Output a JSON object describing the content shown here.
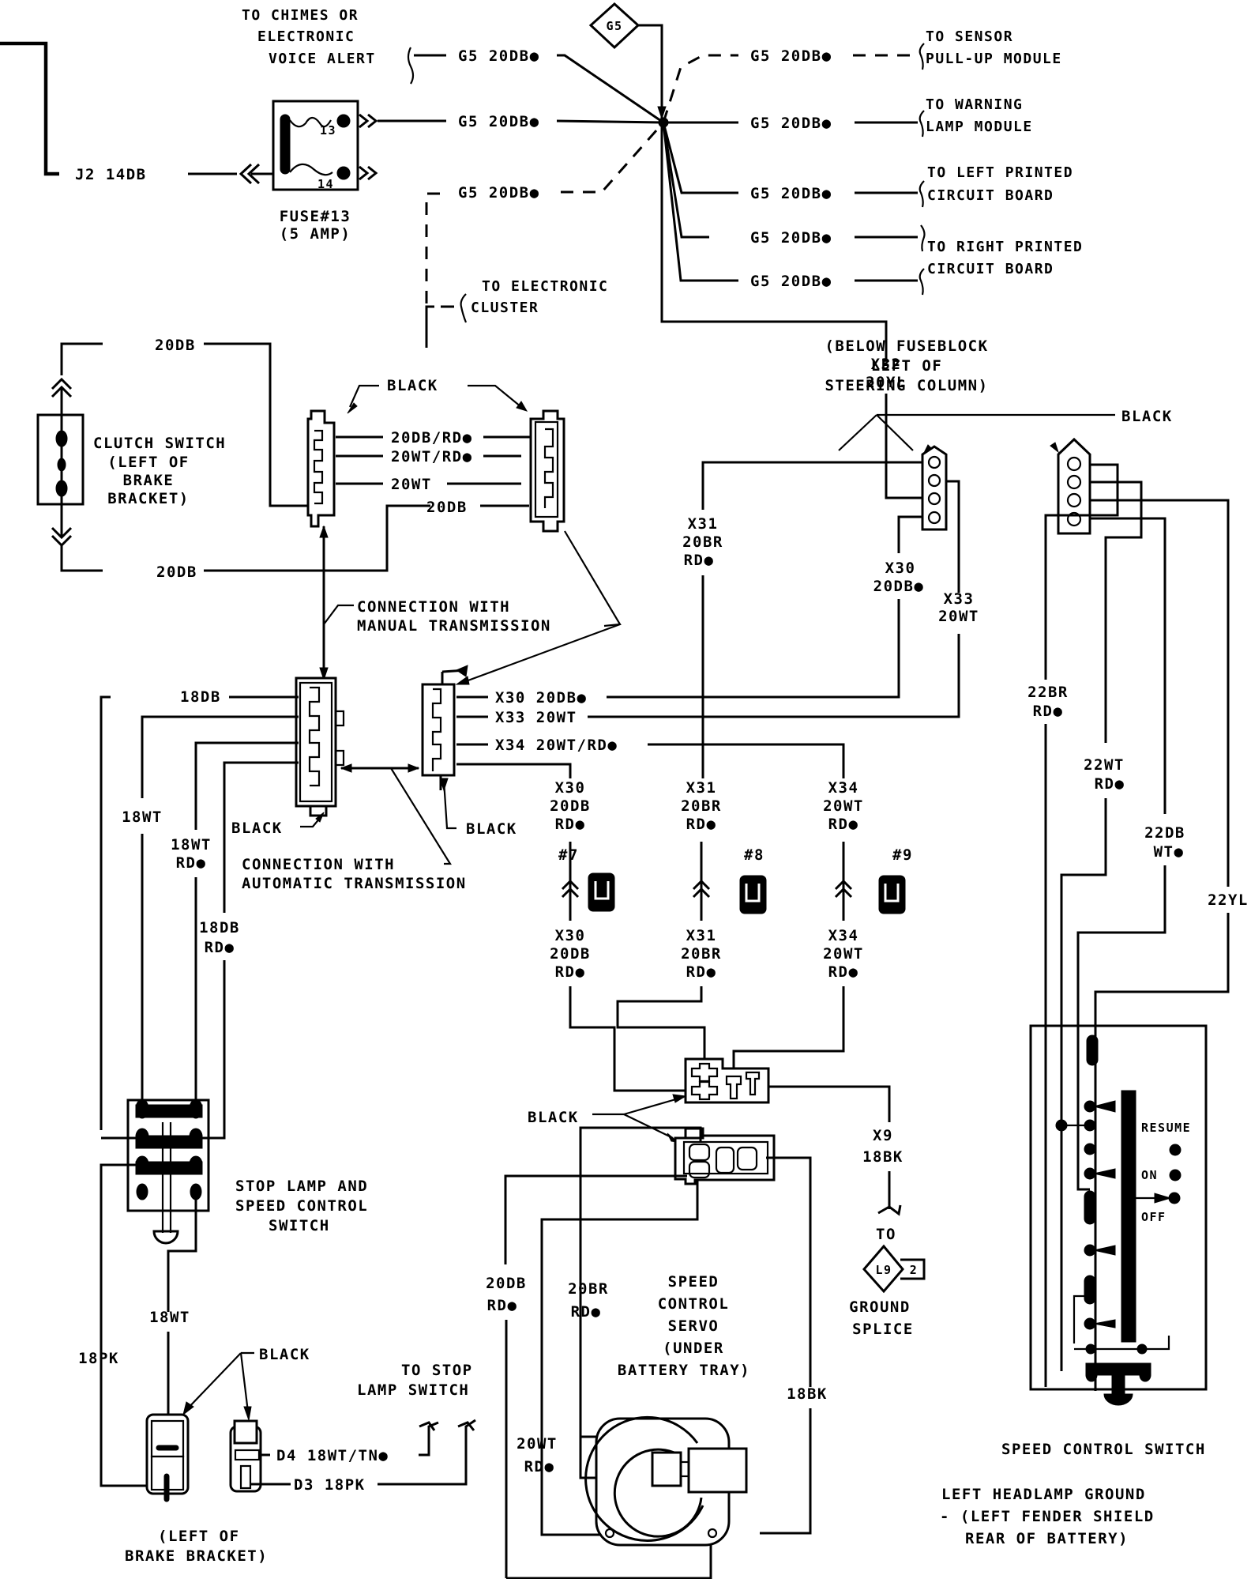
{
  "diagram": {
    "title": "Speed Control Wiring Schematic",
    "colors": {
      "ink": "#000000",
      "paper": "#ffffff"
    },
    "splice": {
      "id": "G5"
    },
    "top_left": {
      "feed_wire": "J2 14DB",
      "fuse_label": "FUSE#13",
      "fuse_rating": "(5 AMP)",
      "fuse_terminal_top": "13",
      "fuse_terminal_bottom": "14"
    },
    "g5_branches": [
      {
        "wire": "G5 20DB●",
        "dest": [
          "TO CHIMES OR",
          "ELECTRONIC",
          "VOICE ALERT"
        ],
        "style": "solid"
      },
      {
        "wire": "G5 20DB●",
        "dest": [],
        "style": "solid"
      },
      {
        "wire": "G5 20DB●",
        "dest": [
          "TO ELECTRONIC",
          "CLUSTER"
        ],
        "style": "dashed"
      },
      {
        "wire": "G5 20DB●",
        "dest": [
          "TO SENSOR",
          "PULL-UP MODULE"
        ],
        "style": "dashed"
      },
      {
        "wire": "G5 20DB●",
        "dest": [
          "TO WARNING",
          "LAMP MODULE"
        ],
        "style": "solid"
      },
      {
        "wire": "G5 20DB●",
        "dest": [
          "TO LEFT PRINTED",
          "CIRCUIT BOARD"
        ],
        "style": "solid"
      },
      {
        "wire": "G5 20DB●",
        "dest": [
          "TO RIGHT PRINTED",
          "CIRCUIT BOARD"
        ],
        "style": "solid"
      },
      {
        "wire": "G5 20DB●",
        "dest": [],
        "style": "solid"
      }
    ],
    "clutch": {
      "label": [
        "CLUTCH SWITCH",
        "(LEFT OF",
        "BRAKE",
        "BRACKET)"
      ],
      "wire_top": "20DB",
      "wire_bottom": "20DB"
    },
    "manual_conn": {
      "black_label": "BLACK",
      "wires": [
        "20DB/RD●",
        "20WT/RD●",
        "20WT",
        "20DB"
      ],
      "caption": [
        "CONNECTION WITH",
        "MANUAL TRANSMISSION"
      ]
    },
    "auto_conn": {
      "left_wires": [
        "18DB",
        "18WT",
        "18WT",
        "RD●",
        "18DB",
        "RD●"
      ],
      "right_wires": [
        "X30 20DB●",
        "X33 20WT",
        "X34 20WT/RD●"
      ],
      "black_left": "BLACK",
      "black_right": "BLACK",
      "caption": [
        "CONNECTION WITH",
        "AUTOMATIC TRANSMISSION"
      ]
    },
    "steering_col": {
      "location": [
        "(BELOW FUSEBLOCK",
        "LEFT OF",
        "STEERING COLUMN)"
      ],
      "black_label": "BLACK",
      "x32": [
        "X32",
        "20YL"
      ],
      "x31": [
        "X31",
        "20BR",
        "RD●"
      ],
      "x30": [
        "X30",
        "20DB●"
      ],
      "x33": [
        "X33",
        "20WT"
      ],
      "right_wires": [
        [
          "22BR",
          "RD●"
        ],
        [
          "22WT",
          "RD●"
        ],
        [
          "22DB",
          "WT●"
        ],
        [
          "22YL"
        ]
      ]
    },
    "relays": [
      {
        "id": "#7",
        "upper": [
          "X30",
          "20DB",
          "RD●"
        ],
        "lower": [
          "X30",
          "20DB",
          "RD●"
        ]
      },
      {
        "id": "#8",
        "upper": [
          "X31",
          "20BR",
          "RD●"
        ],
        "lower": [
          "X31",
          "20BR",
          "RD●"
        ]
      },
      {
        "id": "#9",
        "upper": [
          "X34",
          "20WT",
          "RD●"
        ],
        "lower": [
          "X34",
          "20WT",
          "RD●"
        ]
      }
    ],
    "stop_lamp_switch": {
      "label": [
        "STOP LAMP AND",
        "SPEED CONTROL",
        "SWITCH"
      ],
      "wire_18wt": "18WT",
      "wire_18pk": "18PK"
    },
    "brake_bracket": {
      "black_label": "BLACK",
      "label": [
        "(LEFT OF",
        "BRAKE BRACKET)"
      ],
      "d4": "D4 18WT/TN●",
      "d3": "D3 18PK",
      "dest": [
        "TO STOP",
        "LAMP SWITCH"
      ]
    },
    "servo": {
      "black_label": "BLACK",
      "label": [
        "SPEED",
        "CONTROL",
        "SERVO",
        "(UNDER",
        "BATTERY TRAY)"
      ],
      "wires": {
        "db": [
          "20DB",
          "RD●"
        ],
        "br": [
          "20BR",
          "RD●"
        ],
        "wt": [
          "20WT",
          "RD●"
        ],
        "bk": "18BK"
      },
      "ground_wire": [
        "X9",
        "18BK"
      ],
      "to": "TO",
      "splice_id": "L9",
      "splice_num": "2",
      "splice_label": [
        "GROUND",
        "SPLICE"
      ]
    },
    "speed_switch": {
      "label": "SPEED CONTROL SWITCH",
      "resume": "RESUME",
      "on": "ON",
      "off": "OFF"
    },
    "ground_note": [
      "LEFT HEADLAMP GROUND",
      "- (LEFT FENDER SHIELD",
      "REAR OF BATTERY)"
    ]
  }
}
